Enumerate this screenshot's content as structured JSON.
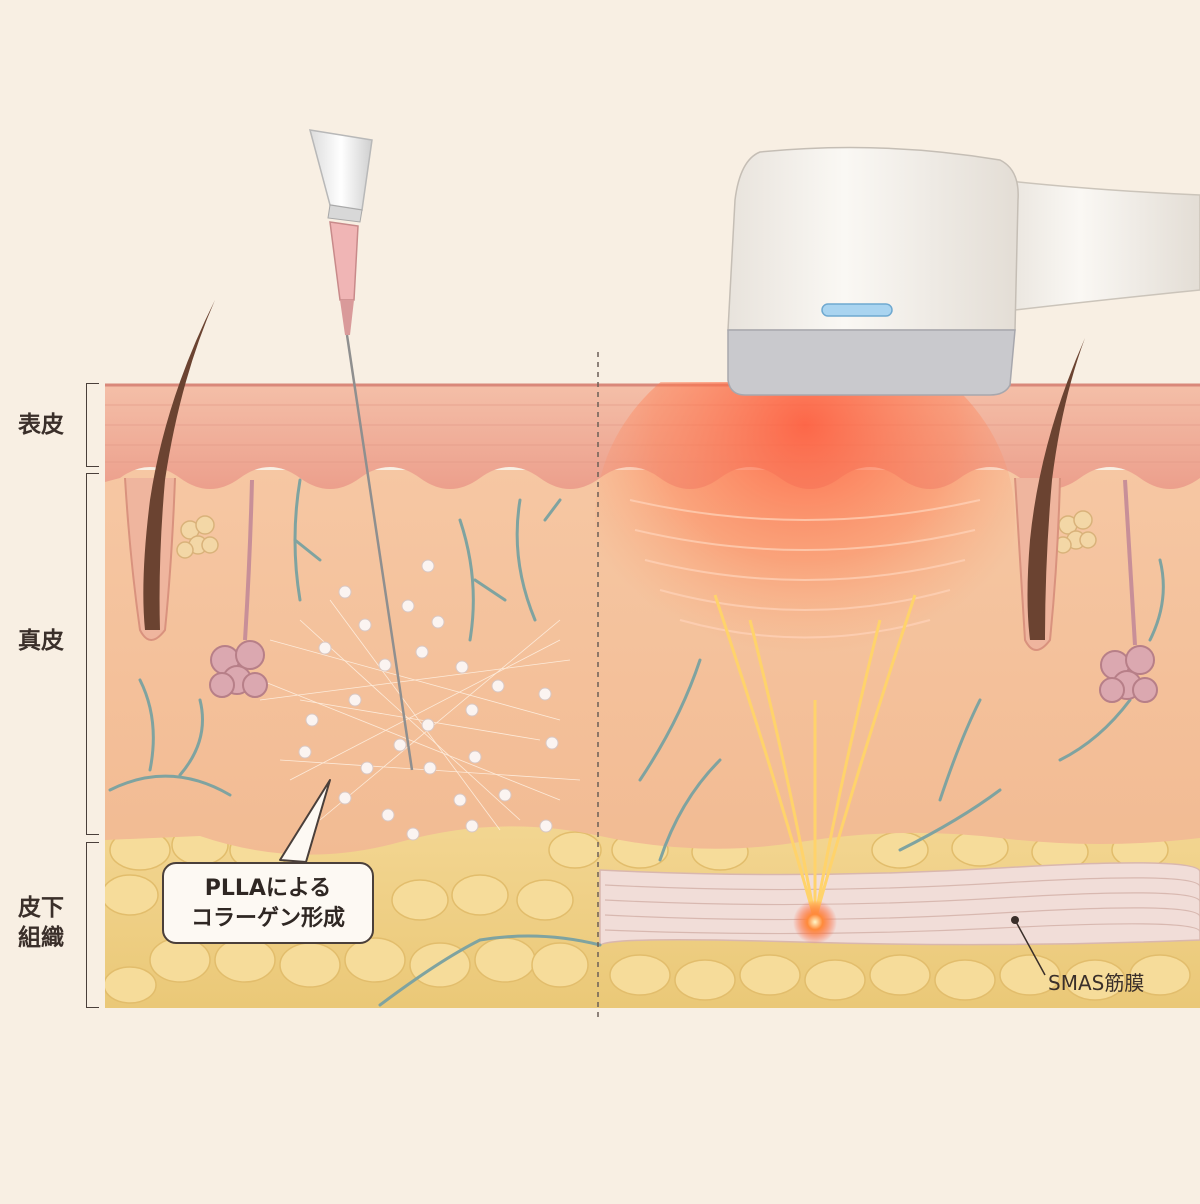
{
  "layers": {
    "epidermis": "表皮",
    "dermis": "真皮",
    "subcutaneous": "皮下\n組織"
  },
  "callout": {
    "line1": "PLLAによる",
    "line2": "コラーゲン形成"
  },
  "smas_label": "SMAS筋膜",
  "colors": {
    "background": "#f8efe3",
    "epidermis": "#f2b7a3",
    "dermis": "#f4c39e",
    "fat": "#f0d48a",
    "vessel": "#7fa3a0",
    "ultrasound": "#ff6a3d",
    "beam": "#ffd36b"
  }
}
